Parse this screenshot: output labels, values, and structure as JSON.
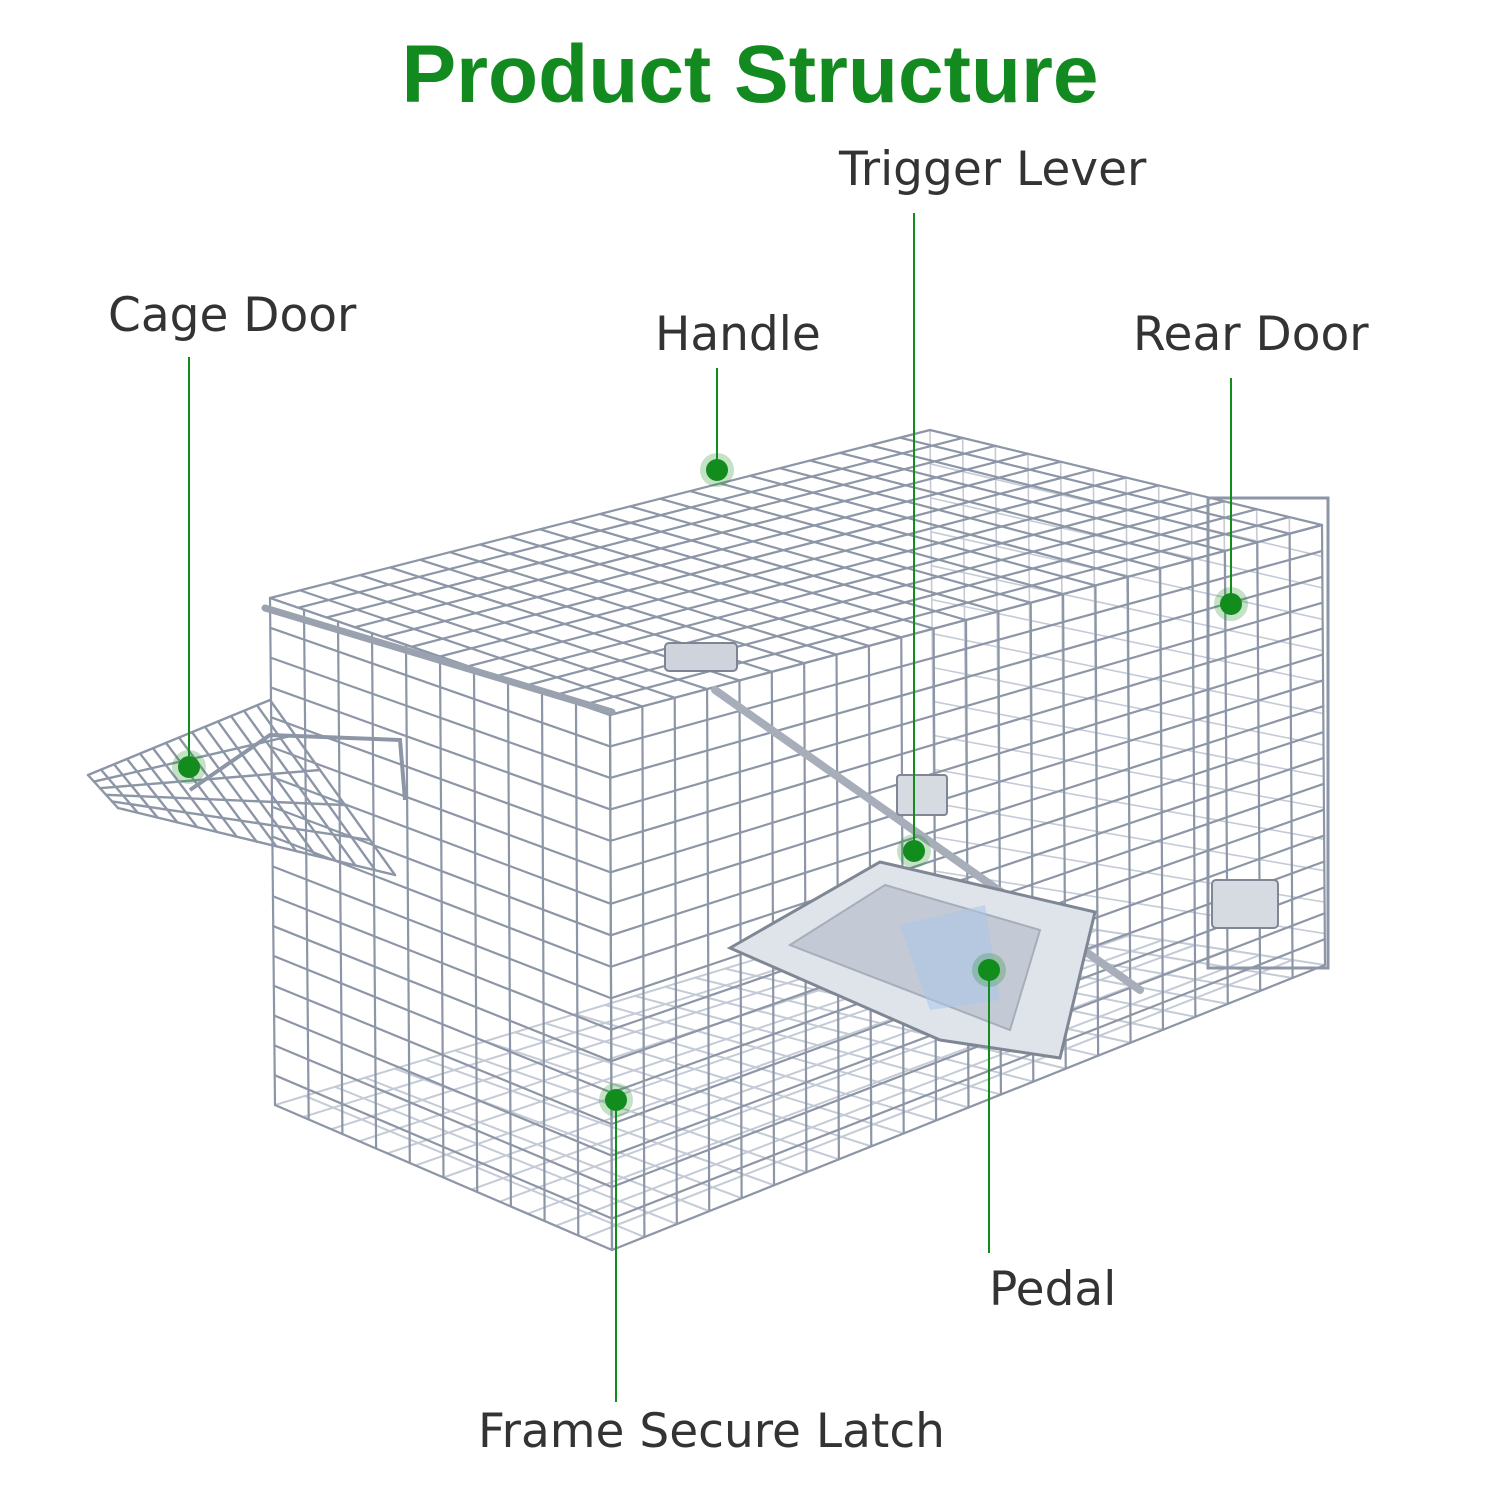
{
  "title": "Product Structure",
  "colors": {
    "title": "#138a1f",
    "callout": "#128c1c",
    "label_text": "#333333",
    "wire": "#8d96a6",
    "wire_light": "#c5cbd6"
  },
  "callouts": [
    {
      "id": "cage-door",
      "label": "Cage Door"
    },
    {
      "id": "handle",
      "label": "Handle"
    },
    {
      "id": "trigger-lever",
      "label": "Trigger Lever"
    },
    {
      "id": "rear-door",
      "label": "Rear Door"
    },
    {
      "id": "pedal",
      "label": "Pedal"
    },
    {
      "id": "frame-secure-latch",
      "label": "Frame Secure Latch"
    }
  ]
}
